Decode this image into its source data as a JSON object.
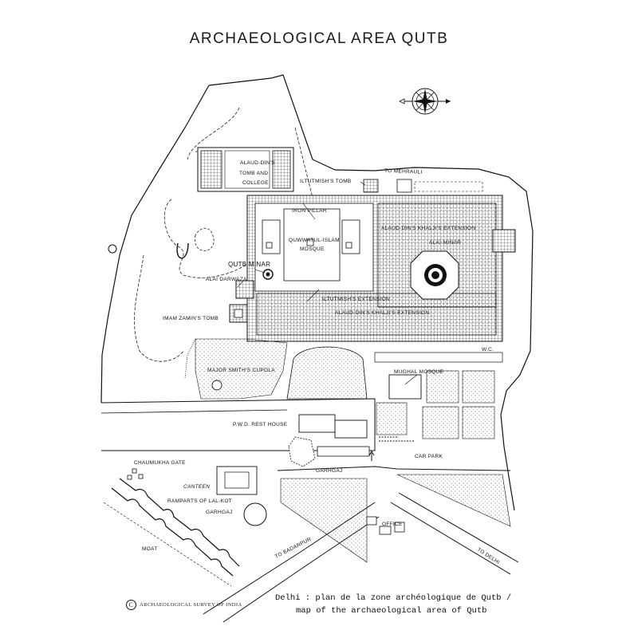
{
  "title": "ARCHAEOLOGICAL AREA QUTB",
  "labels": {
    "alaud_din_tomb": "ALAUD-DIN'S",
    "tomb_and": "TOMB AND",
    "college": "COLLEGE",
    "iltutmish_tomb": "ILTUTMISH'S TOMB",
    "to_mehrauli": "TO MEHRAULI",
    "iron_pillar": "IRON PILLAR",
    "quwwatul_islam": "QUWWATUL-ISLAM",
    "mosque": "MOSQUE",
    "alaud_din_khalji_ext_1": "ALAUD-DIN'S KHALJI'S EXTENSION",
    "alai_minar": "ALAI-MINAR",
    "qutb_minar": "QUTB MINAR",
    "alai_darwaza": "ALAI DARWAZA",
    "iltutmish_ext": "ILTUTMISH'S EXTENSION",
    "alaud_din_khalji_ext_2": "ALAUD-DIN'S KHALJI'S EXTENSION",
    "imam_zamin_tomb": "IMAM ZAMIN'S TOMB",
    "wc": "W.C.",
    "mughal_mosque": "MUGHAL MOSQUE",
    "major_smith_cupola": "MAJOR SMITH'S CUPOLA",
    "pwd_rest_house": "P.W.D. REST HOUSE",
    "car_park": "CAR PARK",
    "gargaj_1": "GARHGAJ",
    "chaumukha_gate": "CHAUMUKHA GATE",
    "canteen": "CANTEEN",
    "ramparts": "RAMPARTS OF LAL-KOT",
    "gargaj_2": "GARHGAJ",
    "office": "OFFICE",
    "moat": "MOAT",
    "to_badarpur": "TO BADARPUR",
    "to_delhi": "TO DELHI"
  },
  "credit": "ARCHAEOLOGICAL SURVEY OF INDIA",
  "credit_symbol": "C",
  "caption": {
    "line1": "Delhi : plan de la zone archéologique de Qutb /",
    "line2": "map of the archaeological area of Qutb"
  },
  "icons": {
    "compass": "compass-rose-icon"
  },
  "colors": {
    "ink": "#1a1a1a",
    "paper": "#ffffff"
  }
}
